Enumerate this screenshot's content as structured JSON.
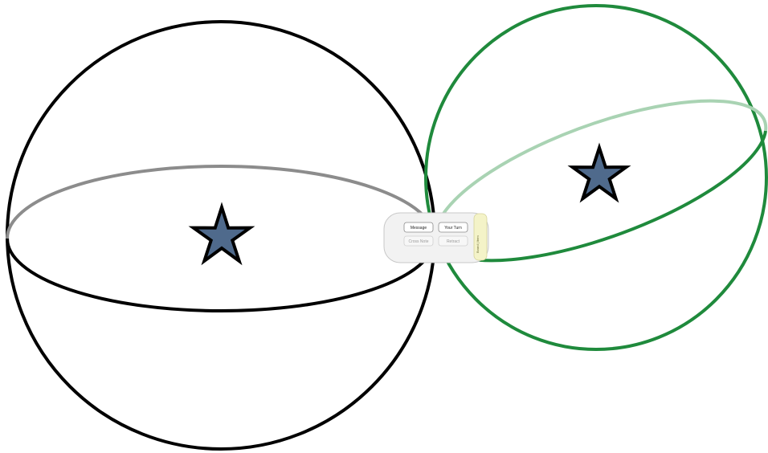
{
  "colors": {
    "left_sphere": "#000000",
    "left_equator_back": "#8c8c8c",
    "right_sphere": "#1f8a3c",
    "right_equator_back": "#a9d3b3",
    "star_fill": "#4f6a8c",
    "star_stroke": "#000000",
    "panel_bg": "#f2f2f2",
    "panel_side": "#f4f3c8"
  },
  "spheres": [
    {
      "name": "left-sphere",
      "star_icon": "star-icon"
    },
    {
      "name": "right-sphere",
      "star_icon": "star-icon"
    }
  ],
  "panel": {
    "buttons": [
      {
        "id": "message",
        "label": "Message",
        "enabled": true
      },
      {
        "id": "your-turn",
        "label": "Your Turn",
        "enabled": true
      },
      {
        "id": "cross-note",
        "label": "Cross Note",
        "enabled": false
      },
      {
        "id": "retract",
        "label": "Retract",
        "enabled": false
      }
    ],
    "side_label": "Board | Item"
  }
}
